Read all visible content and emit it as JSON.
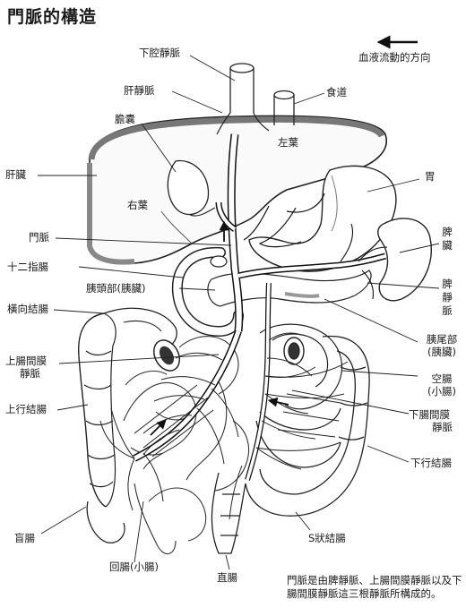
{
  "title": "門脈的構造",
  "legend": {
    "text": "血液流動的方向"
  },
  "labels": {
    "ivc": "下腔靜脈",
    "hepatic_vein": "肝靜脈",
    "esophagus": "食道",
    "gallbladder": "膽囊",
    "left_lobe": "左葉",
    "right_lobe": "右葉",
    "liver": "肝臟",
    "stomach": "胃",
    "portal_vein": "門脈",
    "spleen": "脾臟",
    "duodenum": "十二指腸",
    "pancreas_head": "胰頭部(胰臟)",
    "splenic_vein": "脾靜脈",
    "transverse_colon": "橫向結腸",
    "pancreas_tail_1": "胰尾部",
    "pancreas_tail_2": "(胰臟)",
    "smv_1": "上腸間膜",
    "smv_2": "靜脈",
    "jejunum_1": "空腸",
    "jejunum_2": "(小腸)",
    "ascending_colon": "上行結腸",
    "imv_1": "下腸間膜",
    "imv_2": "靜脈",
    "descending_colon": "下行結腸",
    "cecum": "盲腸",
    "sigmoid": "S狀結腸",
    "ileum": "回腸(小腸)",
    "rectum": "直腸"
  },
  "caption": "門脈是由脾靜脈、上腸間膜靜脈以及下腸間膜靜脈這三根靜脈所構成的。"
}
